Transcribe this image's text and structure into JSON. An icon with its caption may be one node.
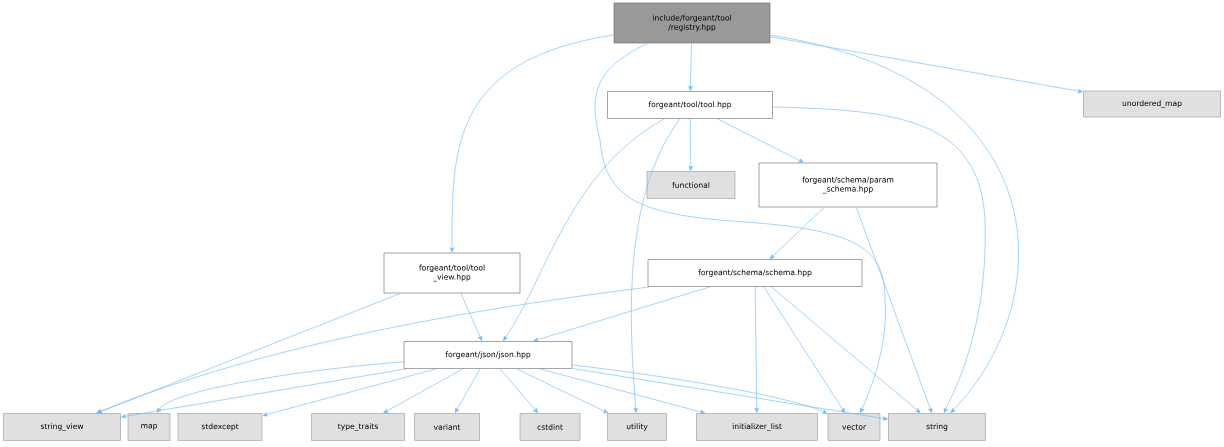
{
  "diagram": {
    "nodes": [
      {
        "text": [
          "include/forgeant/tool /registry.hpp"
        ]
      },
      {
        "text": [
          "forgeant/tool/tool.hpp"
        ]
      },
      {
        "text": [
          "unordered_map"
        ]
      },
      {
        "text": [
          "functional"
        ]
      },
      {
        "text": [
          "forgeant/schema/param _schema.hpp"
        ]
      },
      {
        "text": [
          "forgeant/tool/tool _view.hpp"
        ]
      },
      {
        "text": [
          "forgeant/schema/schema.hpp"
        ]
      },
      {
        "text": [
          "forgeant/json/json.hpp"
        ]
      },
      {
        "text": [
          "string_view"
        ]
      },
      {
        "text": [
          "map"
        ]
      },
      {
        "text": [
          "stdexcept"
        ]
      },
      {
        "text": [
          "type_traits"
        ]
      },
      {
        "text": [
          "variant"
        ]
      },
      {
        "text": [
          "cstdint"
        ]
      },
      {
        "text": [
          "utility"
        ]
      },
      {
        "text": [
          "initializer_list"
        ]
      },
      {
        "text": [
          "vector"
        ]
      },
      {
        "text": [
          "string"
        ]
      }
    ],
    "edges": [
      {
        "from": 0,
        "to": 1,
        "arrow": "to"
      },
      {
        "from": 0,
        "to": 2,
        "arrow": "to"
      },
      {
        "from": 0,
        "to": 5,
        "arrow": "to"
      },
      {
        "from": 0,
        "to": 16,
        "arrow": "to"
      },
      {
        "from": 0,
        "to": 17,
        "arrow": "to"
      },
      {
        "from": 1,
        "to": 3,
        "arrow": "to"
      },
      {
        "from": 1,
        "to": 4,
        "arrow": "to"
      },
      {
        "from": 1,
        "to": 7,
        "arrow": "to"
      },
      {
        "from": 1,
        "to": 14,
        "arrow": "to"
      },
      {
        "from": 1,
        "to": 17,
        "arrow": "to"
      },
      {
        "from": 4,
        "to": 6,
        "arrow": "to"
      },
      {
        "from": 4,
        "to": 17,
        "arrow": "to"
      },
      {
        "from": 5,
        "to": 7,
        "arrow": "to"
      },
      {
        "from": 5,
        "to": 8,
        "arrow": "to"
      },
      {
        "from": 6,
        "to": 8,
        "arrow": "to"
      },
      {
        "from": 6,
        "to": 7,
        "arrow": "to"
      },
      {
        "from": 6,
        "to": 15,
        "arrow": "to"
      },
      {
        "from": 6,
        "to": 16,
        "arrow": "to"
      },
      {
        "from": 6,
        "to": 17,
        "arrow": "to"
      },
      {
        "from": 7,
        "to": 8,
        "arrow": "to"
      },
      {
        "from": 7,
        "to": 9,
        "arrow": "to"
      },
      {
        "from": 7,
        "to": 10,
        "arrow": "to"
      },
      {
        "from": 7,
        "to": 11,
        "arrow": "to"
      },
      {
        "from": 7,
        "to": 12,
        "arrow": "to"
      },
      {
        "from": 7,
        "to": 13,
        "arrow": "to"
      },
      {
        "from": 7,
        "to": 14,
        "arrow": "to"
      },
      {
        "from": 7,
        "to": 15,
        "arrow": "to"
      },
      {
        "from": 7,
        "to": 16,
        "arrow": "to"
      },
      {
        "from": 7,
        "to": 17,
        "arrow": "to"
      }
    ]
  }
}
